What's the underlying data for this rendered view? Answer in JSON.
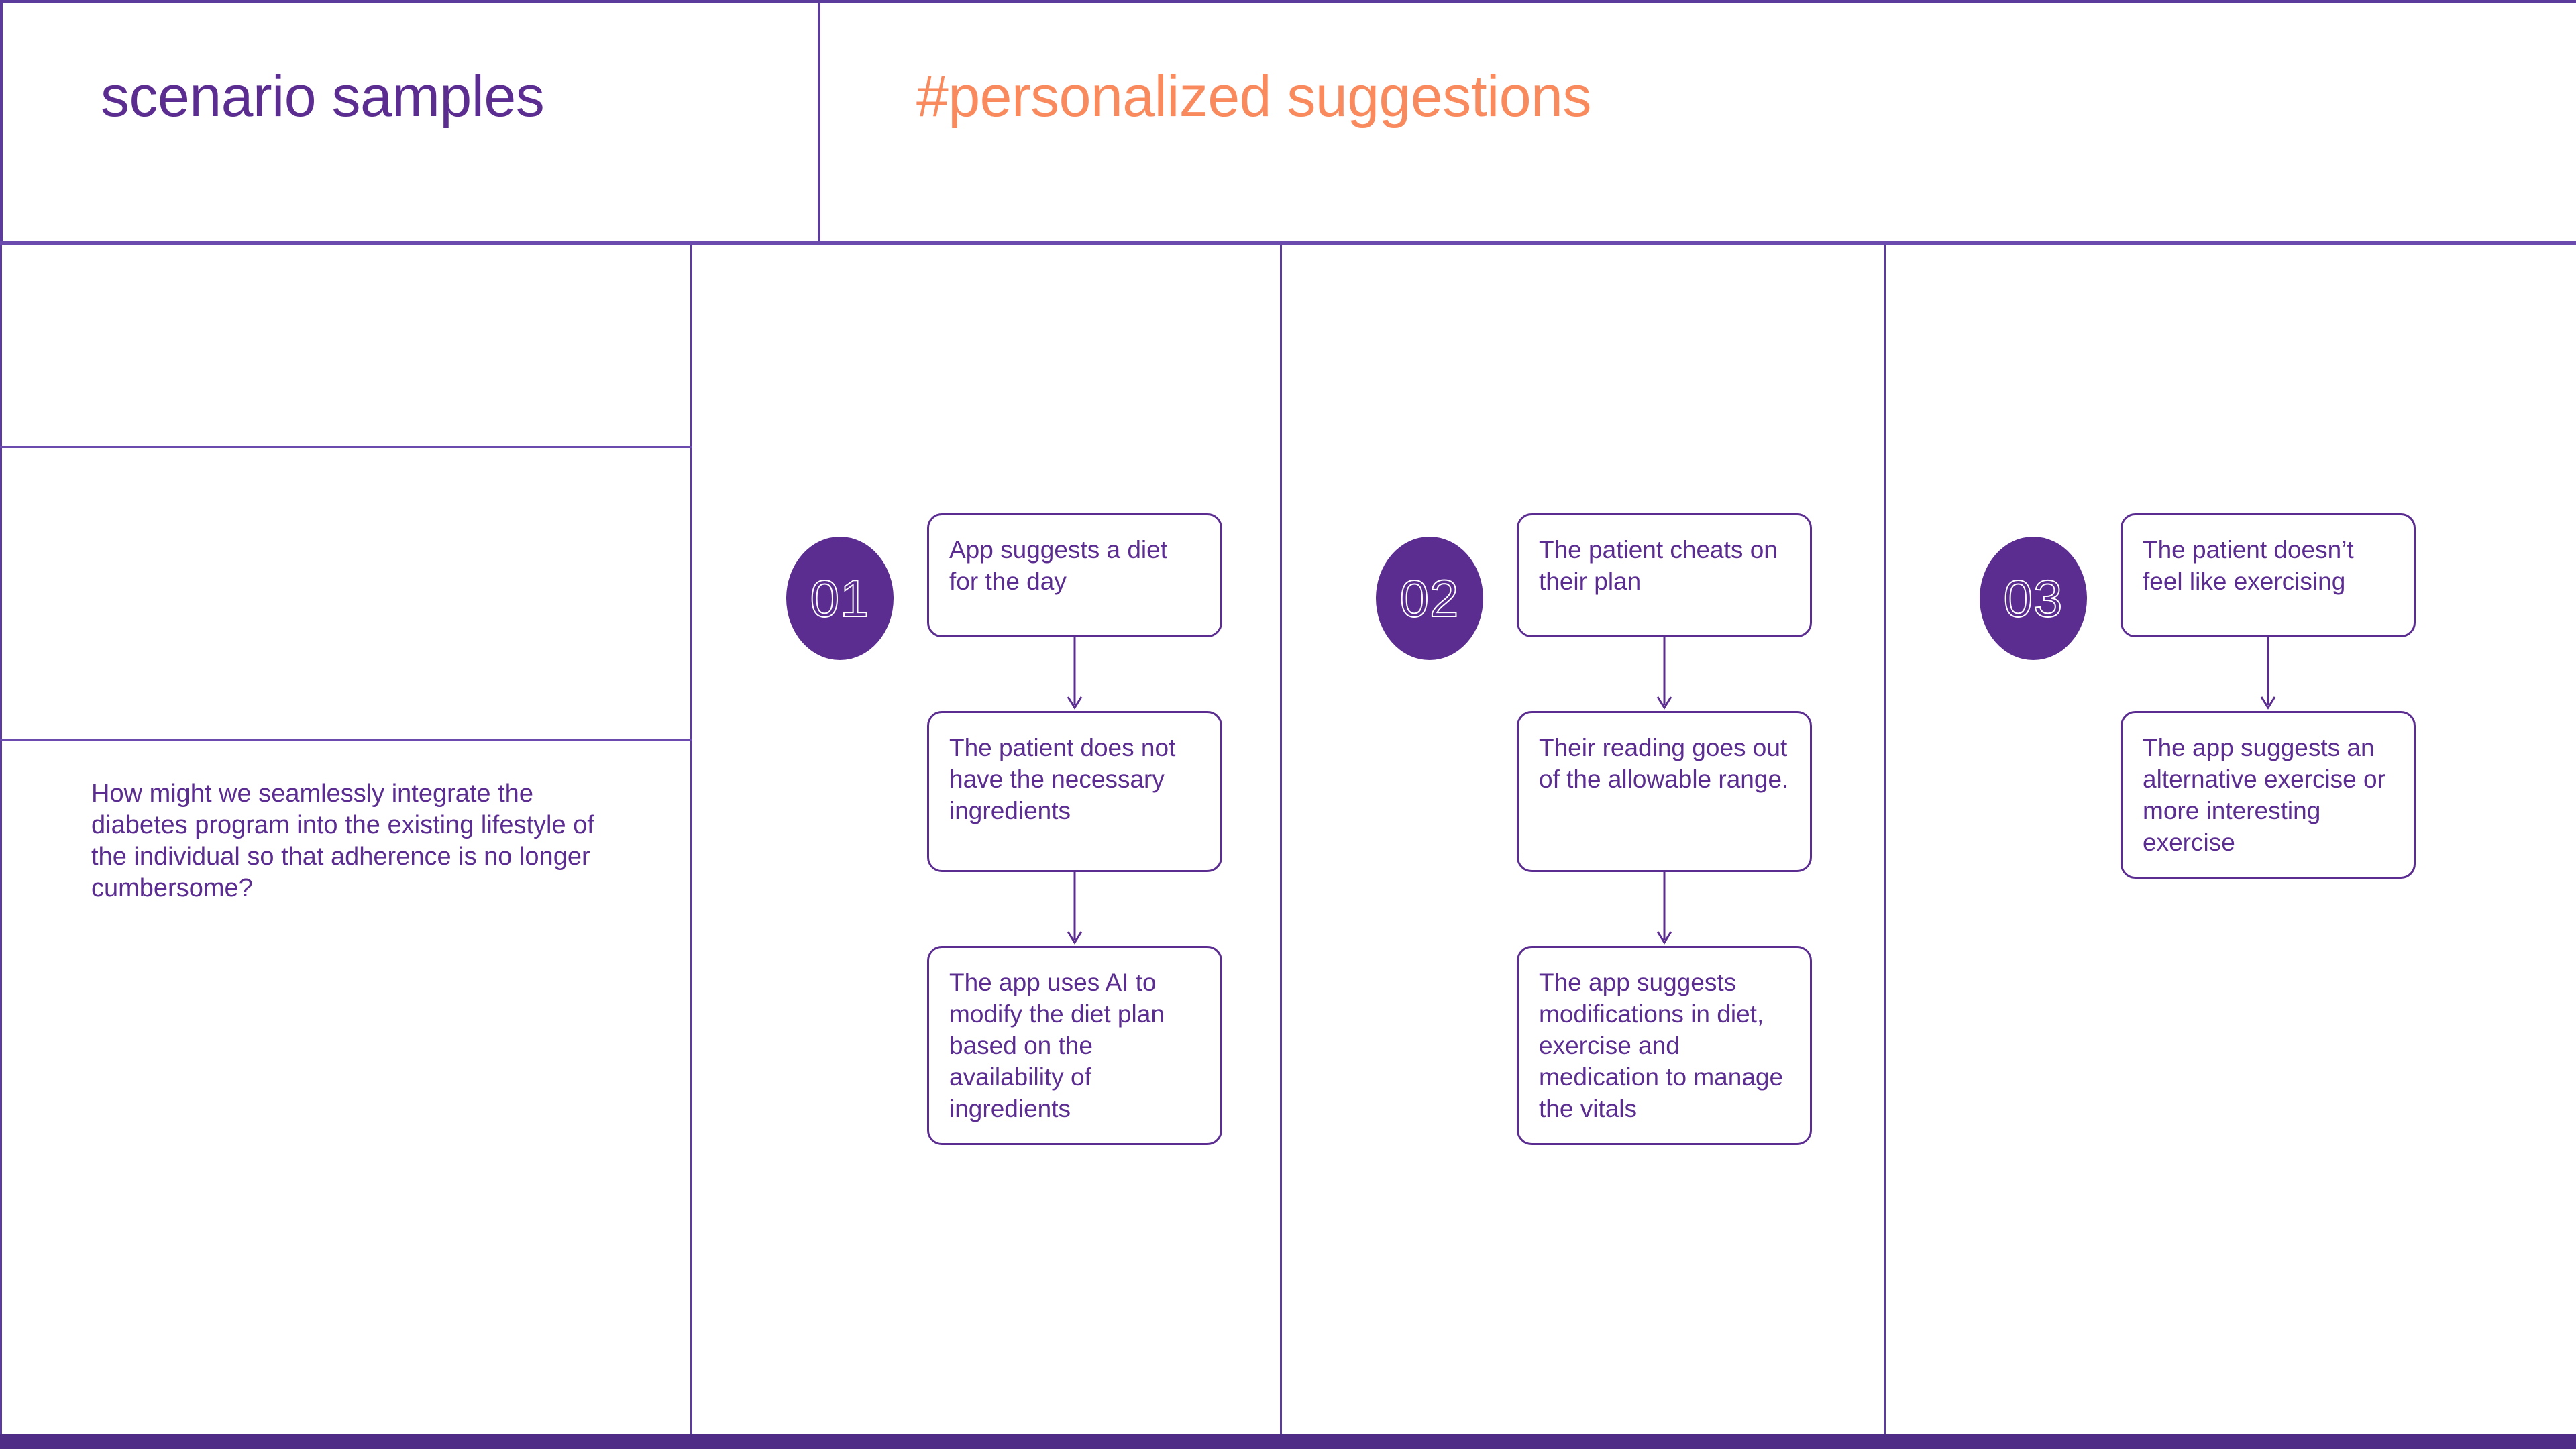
{
  "header": {
    "left_title": "scenario samples",
    "right_title": "#personalized suggestions",
    "left_title_color": "#5B2D91",
    "right_title_color": "#F98A5E",
    "rule_color": "#6C4BAE"
  },
  "left_panel": {
    "prompt": "How might we seamlessly integrate the diabetes program into the existing lifestyle of the individual so that adherence is no longer cumbersome?"
  },
  "theme": {
    "purple": "#5B2D91",
    "line_purple": "#6C4BAE",
    "orange": "#F98A5E",
    "footer_purple": "#4F2D87",
    "white": "#ffffff"
  },
  "columns": [
    {
      "number": "01",
      "steps": [
        "App suggests a diet for the day",
        "The patient does not have the necessary ingredients",
        "The app uses AI to modify the diet plan based on the availability of ingredients"
      ]
    },
    {
      "number": "02",
      "steps": [
        "The patient cheats on their plan",
        "Their reading goes out of the allowable range.",
        "The app suggests modifications in diet, exercise and medication to manage the vitals"
      ]
    },
    {
      "number": "03",
      "steps": [
        "The patient doesn’t feel like exercising",
        "The app suggests an alternative exercise or more interesting exercise"
      ]
    }
  ],
  "icons": {
    "arrow_down": "arrow-down-icon"
  }
}
